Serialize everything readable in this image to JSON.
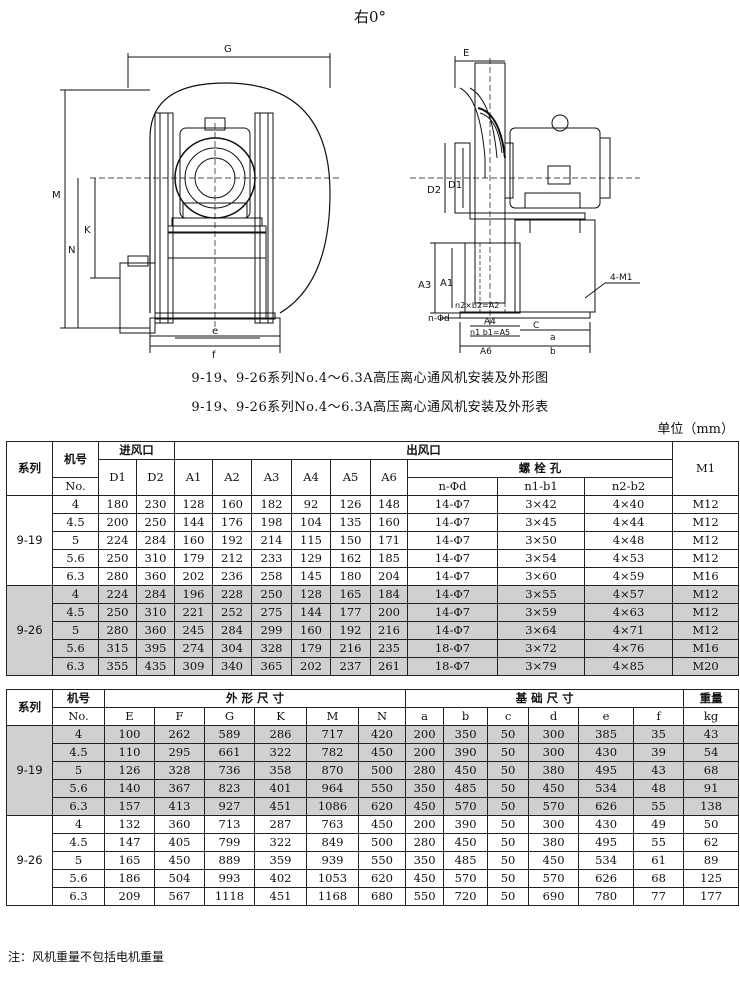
{
  "orientation": "右0°",
  "caption1": "9-19、9-26系列No.4～6.3A高压离心通风机安装及外形图",
  "caption2": "9-19、9-26系列No.4～6.3A高压离心通风机安装及外形表",
  "unit": "单位（mm）",
  "note": "注：风机重量不包括电机重量",
  "drawing_labels": {
    "G": "G",
    "M": "M",
    "N": "N",
    "K": "K",
    "e": "e",
    "f": "f",
    "E": "E",
    "D1": "D1",
    "D2": "D2",
    "A3": "A3",
    "A1": "A1",
    "n2b2": "n2×b2=A2",
    "nd": "n-Φd",
    "A4": "A4",
    "c": "C",
    "a": "a",
    "b": "b",
    "n1b1": "n1 b1=A5",
    "A6": "A6",
    "m1": "4-M1"
  },
  "table1": {
    "head": {
      "series": "系列",
      "model": "机号",
      "model_no": "No.",
      "inlet": "进风口",
      "outlet": "出风口",
      "bolt": "螺 栓 孔",
      "cols": [
        "D1",
        "D2",
        "A1",
        "A2",
        "A3",
        "A4",
        "A5",
        "A6",
        "n-Φd",
        "n1-b1",
        "n2-b2",
        "M1"
      ]
    },
    "groups": [
      {
        "series": "9-19",
        "rows": [
          [
            "4",
            "180",
            "230",
            "128",
            "160",
            "182",
            "92",
            "126",
            "148",
            "14-Φ7",
            "3×42",
            "4×40",
            "M12"
          ],
          [
            "4.5",
            "200",
            "250",
            "144",
            "176",
            "198",
            "104",
            "135",
            "160",
            "14-Φ7",
            "3×45",
            "4×44",
            "M12"
          ],
          [
            "5",
            "224",
            "284",
            "160",
            "192",
            "214",
            "115",
            "150",
            "171",
            "14-Φ7",
            "3×50",
            "4×48",
            "M12"
          ],
          [
            "5.6",
            "250",
            "310",
            "179",
            "212",
            "233",
            "129",
            "162",
            "185",
            "14-Φ7",
            "3×54",
            "4×53",
            "M12"
          ],
          [
            "6.3",
            "280",
            "360",
            "202",
            "236",
            "258",
            "145",
            "180",
            "204",
            "14-Φ7",
            "3×60",
            "4×59",
            "M16"
          ]
        ]
      },
      {
        "series": "9-26",
        "rows": [
          [
            "4",
            "224",
            "284",
            "196",
            "228",
            "250",
            "128",
            "165",
            "184",
            "14-Φ7",
            "3×55",
            "4×57",
            "M12"
          ],
          [
            "4.5",
            "250",
            "310",
            "221",
            "252",
            "275",
            "144",
            "177",
            "200",
            "14-Φ7",
            "3×59",
            "4×63",
            "M12"
          ],
          [
            "5",
            "280",
            "360",
            "245",
            "284",
            "299",
            "160",
            "192",
            "216",
            "14-Φ7",
            "3×64",
            "4×71",
            "M12"
          ],
          [
            "5.6",
            "315",
            "395",
            "274",
            "304",
            "328",
            "179",
            "216",
            "235",
            "18-Φ7",
            "3×72",
            "4×76",
            "M16"
          ],
          [
            "6.3",
            "355",
            "435",
            "309",
            "340",
            "365",
            "202",
            "237",
            "261",
            "18-Φ7",
            "3×79",
            "4×85",
            "M20"
          ]
        ]
      }
    ]
  },
  "table2": {
    "head": {
      "series": "系列",
      "model": "机号",
      "model_no": "No.",
      "outline": "外 形 尺 寸",
      "base": "基 础 尺 寸",
      "weight": "重量",
      "weight_unit": "kg",
      "cols": [
        "E",
        "F",
        "G",
        "K",
        "M",
        "N",
        "a",
        "b",
        "c",
        "d",
        "e",
        "f"
      ]
    },
    "groups": [
      {
        "series": "9-19",
        "rows": [
          [
            "4",
            "100",
            "262",
            "589",
            "286",
            "717",
            "420",
            "200",
            "350",
            "50",
            "300",
            "385",
            "35",
            "43"
          ],
          [
            "4.5",
            "110",
            "295",
            "661",
            "322",
            "782",
            "450",
            "200",
            "390",
            "50",
            "300",
            "430",
            "39",
            "54"
          ],
          [
            "5",
            "126",
            "328",
            "736",
            "358",
            "870",
            "500",
            "280",
            "450",
            "50",
            "380",
            "495",
            "43",
            "68"
          ],
          [
            "5.6",
            "140",
            "367",
            "823",
            "401",
            "964",
            "550",
            "350",
            "485",
            "50",
            "450",
            "534",
            "48",
            "91"
          ],
          [
            "6.3",
            "157",
            "413",
            "927",
            "451",
            "1086",
            "620",
            "450",
            "570",
            "50",
            "570",
            "626",
            "55",
            "138"
          ]
        ]
      },
      {
        "series": "9-26",
        "rows": [
          [
            "4",
            "132",
            "360",
            "713",
            "287",
            "763",
            "450",
            "200",
            "390",
            "50",
            "300",
            "430",
            "49",
            "50"
          ],
          [
            "4.5",
            "147",
            "405",
            "799",
            "322",
            "849",
            "500",
            "280",
            "450",
            "50",
            "380",
            "495",
            "55",
            "62"
          ],
          [
            "5",
            "165",
            "450",
            "889",
            "359",
            "939",
            "550",
            "350",
            "485",
            "50",
            "450",
            "534",
            "61",
            "89"
          ],
          [
            "5.6",
            "186",
            "504",
            "993",
            "402",
            "1053",
            "620",
            "450",
            "570",
            "50",
            "570",
            "626",
            "68",
            "125"
          ],
          [
            "6.3",
            "209",
            "567",
            "1118",
            "451",
            "1168",
            "680",
            "550",
            "720",
            "50",
            "690",
            "780",
            "77",
            "177"
          ]
        ]
      }
    ]
  }
}
